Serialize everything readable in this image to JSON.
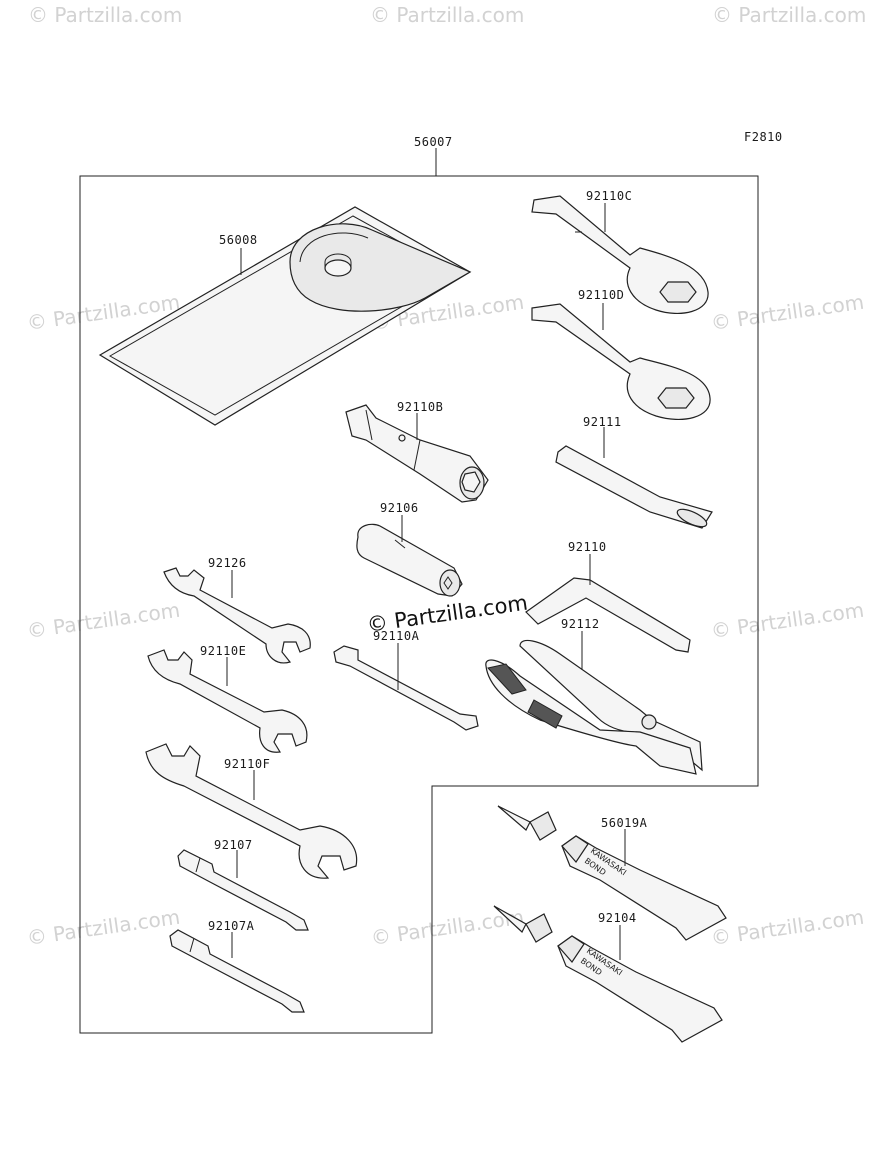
{
  "figure_code": "F2810",
  "watermark": "© Partzilla.com",
  "center_watermark": "© Partzilla.com",
  "tube_brand": "KAWASAKI",
  "tube_product": "BOND",
  "parts": {
    "kit": "56007",
    "case": "56008",
    "ring_wrench_c": "92110C",
    "ring_wrench_d": "92110D",
    "plug_wrench": "92110B",
    "bar": "92111",
    "socket_adapter": "92106",
    "hex_key": "92110",
    "wrench_small": "92126",
    "spoke_wrench": "92110A",
    "pliers": "92112",
    "wrench_medium": "92110E",
    "wrench_large": "92110F",
    "screwdriver_a": "92107",
    "screwdriver_b": "92107A",
    "bond_a": "56019A",
    "bond_b": "92104"
  }
}
